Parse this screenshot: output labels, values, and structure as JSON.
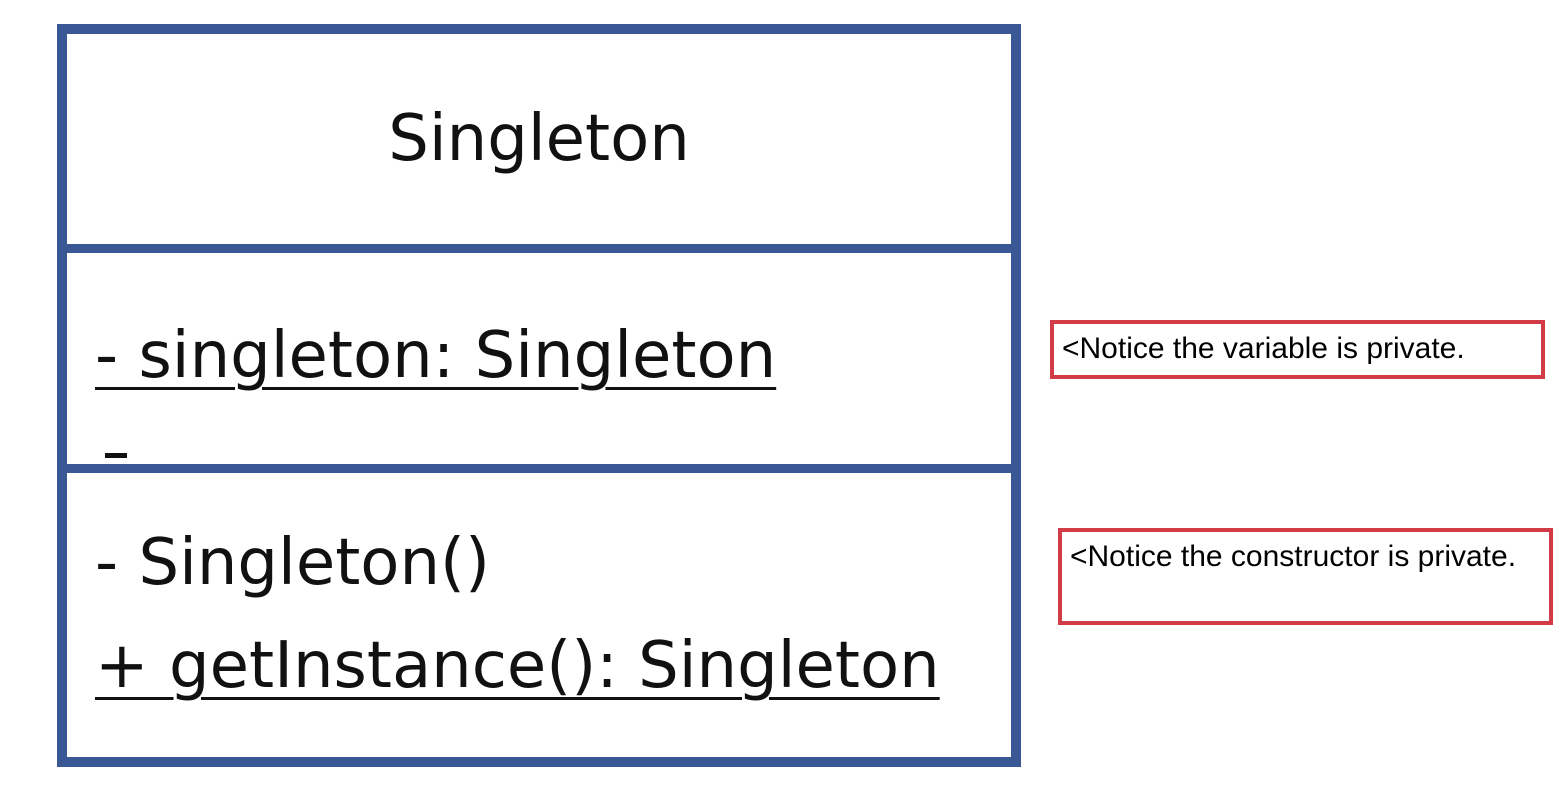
{
  "class_box": {
    "name": "Singleton",
    "attributes": [
      "- singleton: Singleton"
    ],
    "operations": [
      "- Singleton()",
      "+ getInstance(): Singleton"
    ]
  },
  "notes": [
    "<Notice the variable is private.",
    "<Notice the constructor is private."
  ],
  "colors": {
    "class_border": "#3a5896",
    "note_border": "#d13c46"
  }
}
